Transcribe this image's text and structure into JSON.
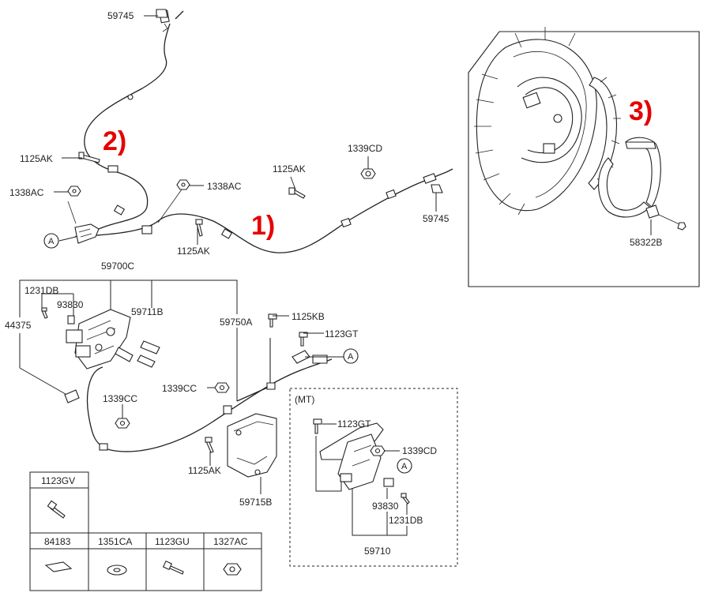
{
  "callouts": {
    "c1": "1)",
    "c2": "2)",
    "c3": "3)"
  },
  "labels": {
    "l59745_top": "59745",
    "l1125AK_left": "1125AK",
    "l1338AC_left": "1338AC",
    "l1338AC_mid": "1338AC",
    "l1125AK_top": "1125AK",
    "l1339CD_top": "1339CD",
    "l59745_right": "59745",
    "l1125AK_mid": "1125AK",
    "circleA_1": "A",
    "l59700C": "59700C",
    "l1231DB": "1231DB",
    "l93830": "93830",
    "l59711B": "59711B",
    "l44375": "44375",
    "l59750A": "59750A",
    "l1125KB": "1125KB",
    "l1123GT_top": "1123GT",
    "circleA_2": "A",
    "l1339CC_right": "1339CC",
    "l1339CC_left": "1339CC",
    "l1125AK_bot": "1125AK",
    "l59715B": "59715B",
    "mt": "(MT)",
    "l1123GT_mt": "1123GT",
    "l1339CD_mt": "1339CD",
    "circleA_3": "A",
    "l93830_mt": "93830",
    "l1231DB_mt": "1231DB",
    "l59710": "59710",
    "l58322B": "58322B"
  },
  "legend": {
    "row1": [
      "1123GV"
    ],
    "row2": [
      "84183",
      "1351CA",
      "1123GU",
      "1327AC"
    ]
  }
}
